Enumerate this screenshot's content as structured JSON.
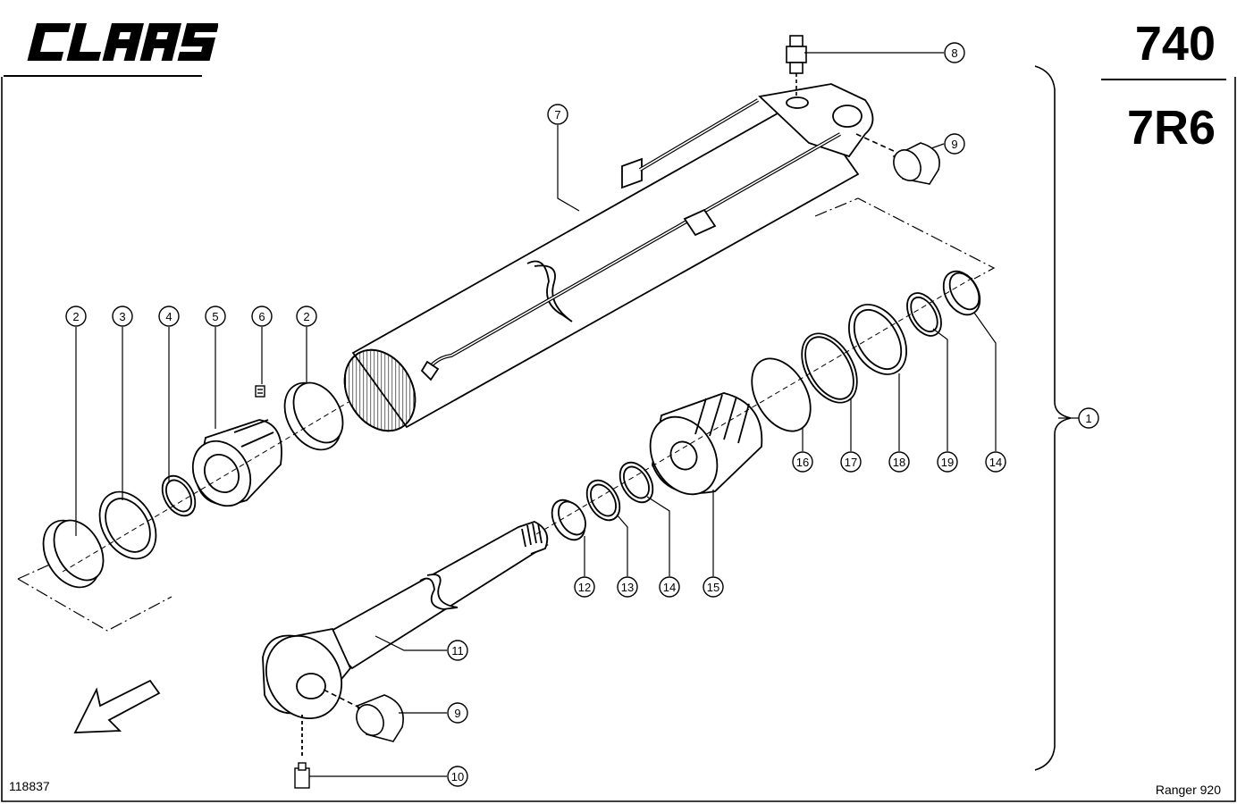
{
  "header": {
    "brand": "CLAAS",
    "code_top": "740",
    "code_bottom": "7R6"
  },
  "footer": {
    "drawing_number": "118837",
    "model": "Ranger 920"
  },
  "callouts": [
    {
      "id": "c1",
      "label": "1"
    },
    {
      "id": "c2a",
      "label": "2"
    },
    {
      "id": "c2b",
      "label": "2"
    },
    {
      "id": "c3",
      "label": "3"
    },
    {
      "id": "c4",
      "label": "4"
    },
    {
      "id": "c5",
      "label": "5"
    },
    {
      "id": "c6",
      "label": "6"
    },
    {
      "id": "c7",
      "label": "7"
    },
    {
      "id": "c8",
      "label": "8"
    },
    {
      "id": "c9a",
      "label": "9"
    },
    {
      "id": "c9b",
      "label": "9"
    },
    {
      "id": "c10",
      "label": "10"
    },
    {
      "id": "c11",
      "label": "11"
    },
    {
      "id": "c12",
      "label": "12"
    },
    {
      "id": "c13",
      "label": "13"
    },
    {
      "id": "c14a",
      "label": "14"
    },
    {
      "id": "c14b",
      "label": "14"
    },
    {
      "id": "c15",
      "label": "15"
    },
    {
      "id": "c16",
      "label": "16"
    },
    {
      "id": "c17",
      "label": "17"
    },
    {
      "id": "c18",
      "label": "18"
    },
    {
      "id": "c19",
      "label": "19"
    }
  ]
}
